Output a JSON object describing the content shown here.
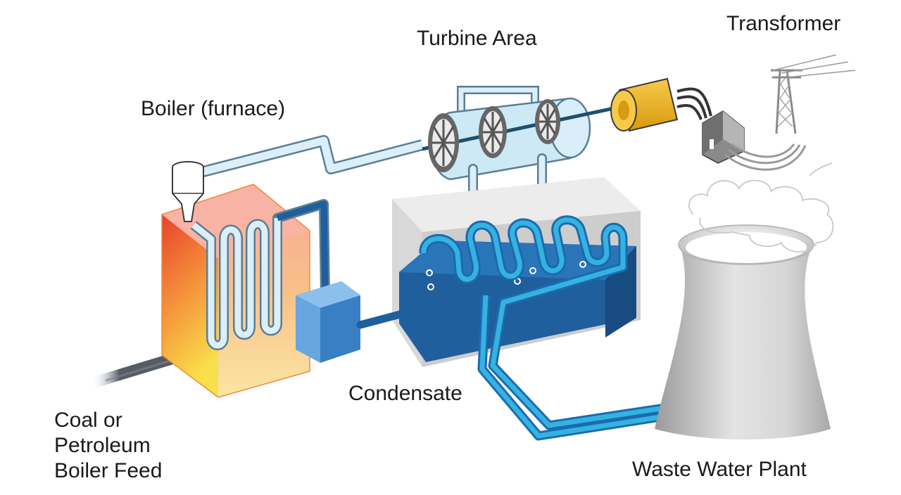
{
  "diagram": {
    "labels": {
      "transformer": "Transformer",
      "turbine_area": "Turbine Area",
      "boiler": "Boiler (furnace)",
      "condensate": "Condensate",
      "feed_line1": "Coal or",
      "feed_line2": "Petroleum",
      "feed_line3": "Boiler Feed",
      "waste_water": "Waste Water Plant"
    },
    "colors": {
      "furnace_hot": "#e8412c",
      "furnace_mid": "#f5913a",
      "furnace_cool": "#f9e04a",
      "water_dark": "#1f5f9e",
      "water_light": "#2fa4d8",
      "pipe_steam": "#dceff8",
      "pipe_outline": "#5a7e96",
      "generator": "#f0b51e",
      "condenser_box": "#dcdcdc",
      "tower": "#c9c9c9",
      "fuel_pipe": "#555c66"
    },
    "icons": [
      "boiler-furnace",
      "coal-hopper",
      "turbine-housing",
      "turbine-rotors",
      "generator",
      "transformer-house",
      "transmission-tower",
      "condenser-box",
      "cooling-tower",
      "steam-cloud"
    ]
  }
}
